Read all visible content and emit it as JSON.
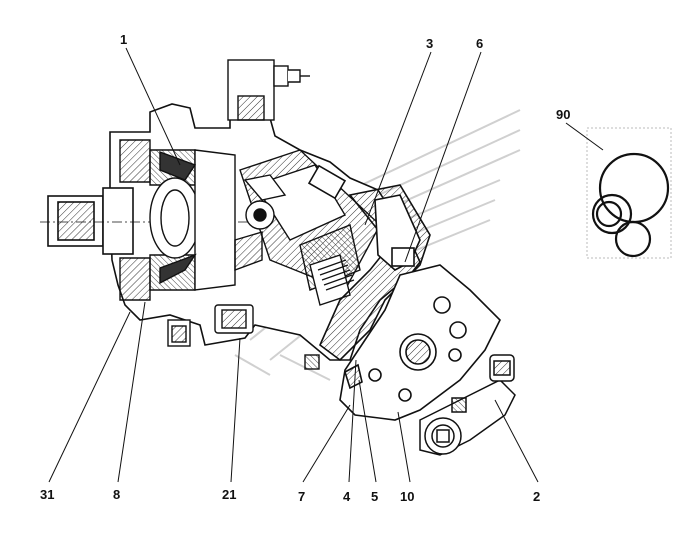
{
  "callouts": {
    "c1": "1",
    "c3": "3",
    "c6": "6",
    "c90": "90",
    "c31": "31",
    "c8": "8",
    "c21": "21",
    "c7": "7",
    "c4": "4",
    "c5": "5",
    "c10": "10",
    "c2": "2"
  },
  "colors": {
    "ink": "#111111",
    "hatch": "#333333",
    "watermark": "#d9d9d9"
  },
  "icons": [
    "hydraulic-motor-section-drawing",
    "seal-kit-o-rings",
    "watermark-logo"
  ]
}
